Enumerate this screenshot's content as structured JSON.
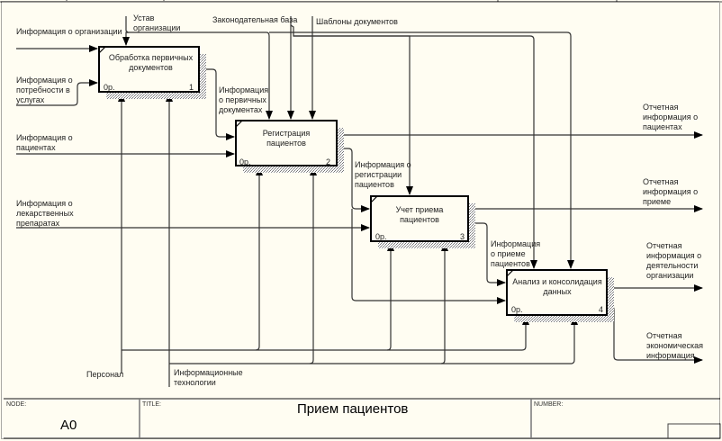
{
  "diagram": {
    "boxes": [
      {
        "id": 1,
        "title": "Обработка первичных\nдокументов",
        "cost": "0р.",
        "number": "1"
      },
      {
        "id": 2,
        "title": "Регистрация\nпациентов",
        "cost": "0р.",
        "number": "2"
      },
      {
        "id": 3,
        "title": "Учет приема\nпациентов",
        "cost": "0р.",
        "number": "3"
      },
      {
        "id": 4,
        "title": "Анализ и консолидация\nданных",
        "cost": "0р.",
        "number": "4"
      }
    ],
    "inputs": [
      {
        "label": "Информация о организации"
      },
      {
        "label": "Информация о\nпотребности в\nуслугах"
      },
      {
        "label": "Информация о\nпациентах"
      },
      {
        "label": "Информация о\nлекарственных\nпрепаратах"
      }
    ],
    "controls": [
      {
        "label": "Устав\nорганизации"
      },
      {
        "label": "Законодательная база"
      },
      {
        "label": "Шаблоны документов"
      }
    ],
    "mechanisms": [
      {
        "label": "Персонал"
      },
      {
        "label": "Информационные\nтехнологии"
      }
    ],
    "internal": [
      {
        "label": "Информация\nо первичных\nдокументах"
      },
      {
        "label": "Информация о\nрегистрации\nпациентов"
      },
      {
        "label": "Информация\nо приеме\nпациентов"
      }
    ],
    "outputs": [
      {
        "label": "Отчетная\nинформация о\nпациентах"
      },
      {
        "label": "Отчетная\nинформация о\nприеме"
      },
      {
        "label": "Отчетная\nинформация о\nдеятельности\nорганизации"
      },
      {
        "label": "Отчетная\nэкономическая\nинформация"
      }
    ]
  },
  "frame": {
    "node_caption": "NODE:",
    "node_value": "A0",
    "title_caption": "TITLE:",
    "title_value": "Прием пациентов",
    "number_caption": "NUMBER:"
  },
  "colors": {
    "background": "#fffdf2",
    "line": "#333333",
    "box_border": "#000000",
    "shadow": "#a0a0a0"
  }
}
